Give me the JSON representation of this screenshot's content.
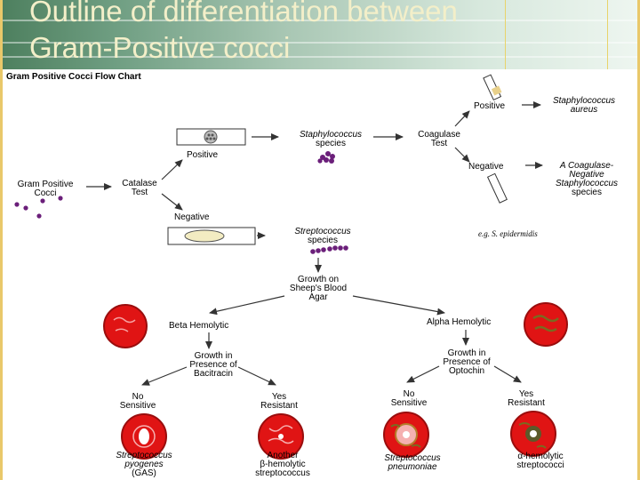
{
  "title": {
    "line1": "Outline of differentiation between",
    "line2": "Gram-Positive cocci"
  },
  "chart": {
    "heading": "Gram Positive Cocci Flow Chart",
    "start": {
      "line1": "Gram Positive",
      "line2": "Cocci"
    },
    "catalase": {
      "line1": "Catalase",
      "line2": "Test"
    },
    "catalase_positive": "Positive",
    "catalase_negative": "Negative",
    "staph": {
      "line1": "Staphylococcus",
      "line2": "species"
    },
    "coagulase": {
      "line1": "Coagulase",
      "line2": "Test"
    },
    "coag_positive": "Positive",
    "coag_negative": "Negative",
    "staph_aureus": {
      "line1": "Staphylococcus",
      "line2": "aureus"
    },
    "coag_neg_staph": {
      "line1": "A Coagulase-",
      "line2": "Negative",
      "line3": "Staphylococcus",
      "line4": "species"
    },
    "epidermidis_note": "e.g. S. epidermidis",
    "strep": {
      "line1": "Streptococcus",
      "line2": "species"
    },
    "sheep_blood": {
      "line1": "Growth on",
      "line2": "Sheep's Blood",
      "line3": "Agar"
    },
    "beta": "Beta Hemolytic",
    "alpha": "Alpha Hemolytic",
    "bacitracin": {
      "line1": "Growth in",
      "line2": "Presence of",
      "line3": "Bacitracin"
    },
    "optochin": {
      "line1": "Growth in",
      "line2": "Presence of",
      "line3": "Optochin"
    },
    "beta_no": {
      "line1": "No",
      "line2": "Sensitive"
    },
    "beta_yes": {
      "line1": "Yes",
      "line2": "Resistant"
    },
    "alpha_no": {
      "line1": "No",
      "line2": "Sensitive"
    },
    "alpha_yes": {
      "line1": "Yes",
      "line2": "Resistant"
    },
    "gas": {
      "line1": "Streptococcus",
      "line2": "pyogenes",
      "line3": "(GAS)"
    },
    "other_beta": {
      "line1": "Another",
      "line2": "β-hemolytic",
      "line3": "streptococcus"
    },
    "pneumoniae": {
      "line1": "Streptococcus",
      "line2": "pneumoniae"
    },
    "alpha_strep": {
      "line1": "α-hemolytic",
      "line2": "streptococci"
    }
  },
  "colors": {
    "agar_red": "#e01414",
    "agar_dark": "#9a0d0d",
    "cocci_purple": "#6b1f7a",
    "header_green": "#6f9e82",
    "title_text": "#f3efc9"
  }
}
